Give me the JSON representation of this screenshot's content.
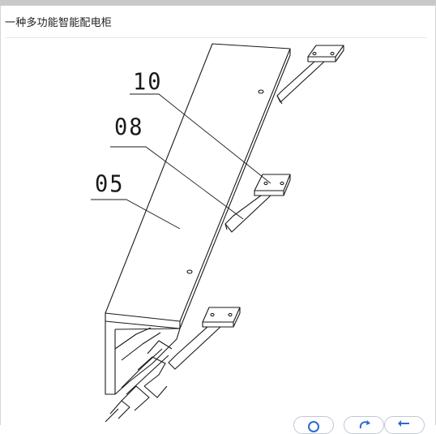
{
  "document": {
    "title": "一种多功能智能配电柜"
  },
  "figure": {
    "labels": [
      "10",
      "08",
      "05"
    ]
  },
  "controls": {
    "icons": [
      "help-icon",
      "rotate-icon",
      "undo-icon"
    ]
  }
}
